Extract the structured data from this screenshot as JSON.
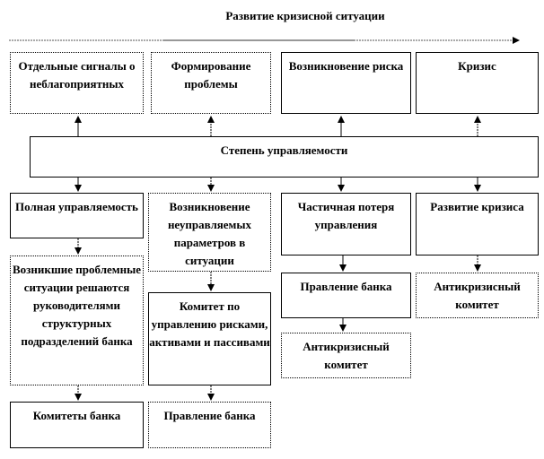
{
  "title": "Развитие кризисной ситуации",
  "stages": [
    "Отдельные сигналы о неблагоприятных",
    "Формирование проблемы",
    "Возникновение риска",
    "Кризис"
  ],
  "center": "Степень управляемости",
  "col1": [
    "Полная управляемость",
    "Возникшие проблемные ситуации решаются руководителями структурных подразделений банка",
    "Комитеты банка"
  ],
  "col2": [
    "Возникновение неуправляемых параметров в ситуации",
    "Комитет по управлению рисками, активами и пассивами",
    "Правление банка"
  ],
  "col3": [
    "Частичная потеря управления",
    "Правление банка",
    "Антикризисный комитет"
  ],
  "col4": [
    "Развитие кризиса",
    "Антикризисный комитет"
  ]
}
